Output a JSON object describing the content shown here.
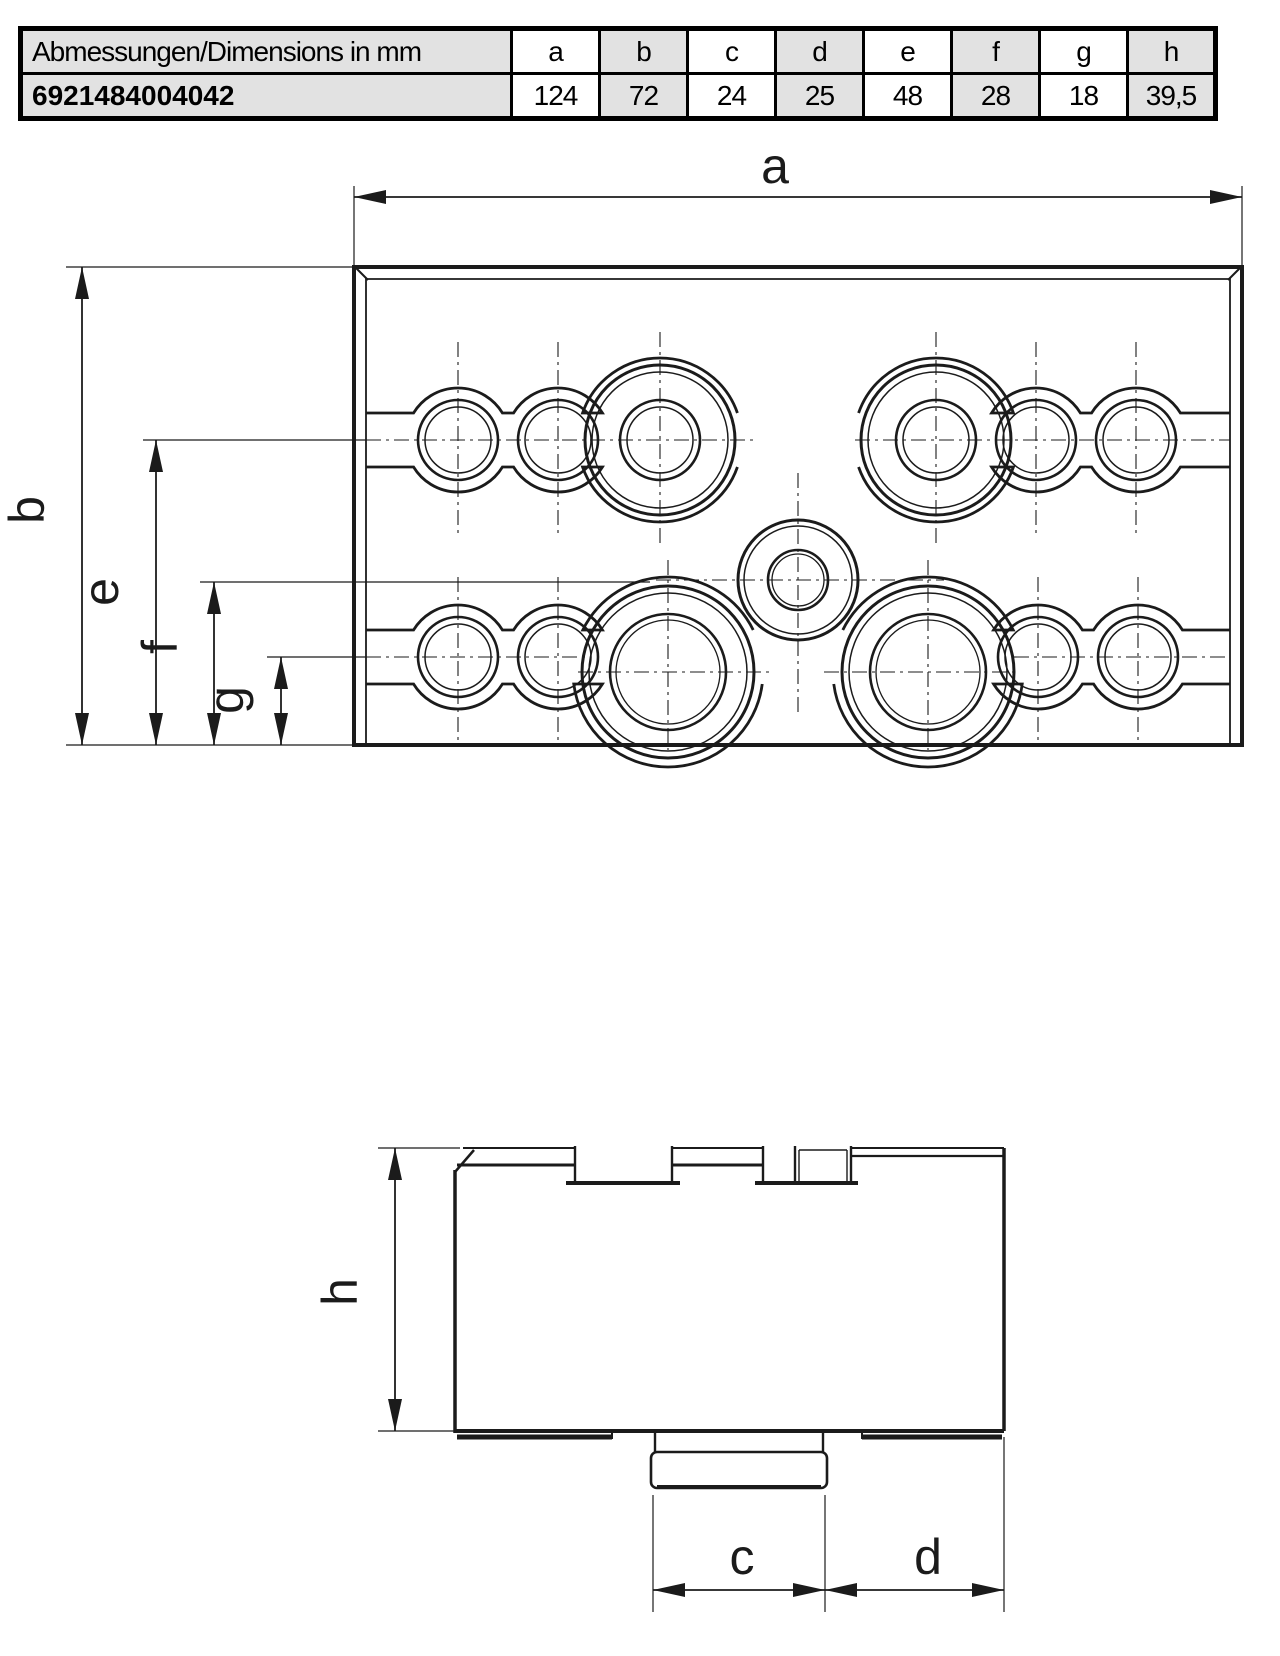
{
  "table": {
    "header_label": "Abmessungen/Dimensions in mm",
    "columns": [
      "a",
      "b",
      "c",
      "d",
      "e",
      "f",
      "g",
      "h"
    ],
    "row_label": "6921484004042",
    "values": [
      "124",
      "72",
      "24",
      "25",
      "48",
      "28",
      "18",
      "39,5"
    ]
  },
  "drawing": {
    "labels": {
      "a": "a",
      "b": "b",
      "c": "c",
      "d": "d",
      "e": "e",
      "f": "f",
      "g": "g",
      "h": "h"
    },
    "views": {
      "top": "top-view",
      "side": "side-view"
    }
  },
  "colors": {
    "line": "#1b1b1b",
    "table_shade": "#e2e2e2",
    "background": "#ffffff"
  }
}
